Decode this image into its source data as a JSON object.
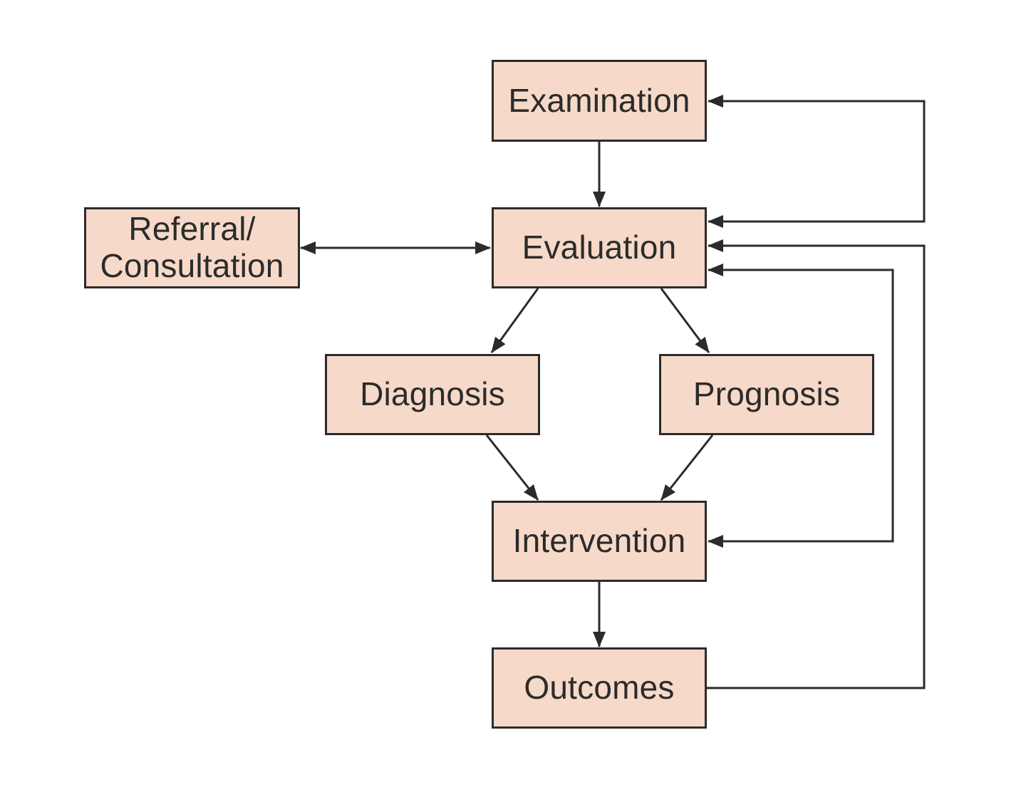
{
  "colors": {
    "node_fill": "#f6d9c8",
    "node_border": "#2b2b2b",
    "line": "#2b2b2b",
    "text": "#2b2b2b"
  },
  "nodes": {
    "examination": {
      "label": "Examination"
    },
    "evaluation": {
      "label": "Evaluation"
    },
    "referral": {
      "label_line1": "Referral/",
      "label_line2": "Consultation"
    },
    "diagnosis": {
      "label": "Diagnosis"
    },
    "prognosis": {
      "label": "Prognosis"
    },
    "intervention": {
      "label": "Intervention"
    },
    "outcomes": {
      "label": "Outcomes"
    }
  },
  "edges": [
    {
      "from": "examination",
      "to": "evaluation"
    },
    {
      "from": "evaluation",
      "to": "referral",
      "bidirectional": true
    },
    {
      "from": "evaluation",
      "to": "diagnosis"
    },
    {
      "from": "evaluation",
      "to": "prognosis"
    },
    {
      "from": "diagnosis",
      "to": "intervention"
    },
    {
      "from": "prognosis",
      "to": "intervention"
    },
    {
      "from": "intervention",
      "to": "outcomes"
    },
    {
      "from": "evaluation",
      "to": "examination",
      "bidirectional": true
    },
    {
      "from": "evaluation",
      "to": "intervention",
      "bidirectional": true
    },
    {
      "from": "outcomes",
      "to": "evaluation"
    }
  ]
}
